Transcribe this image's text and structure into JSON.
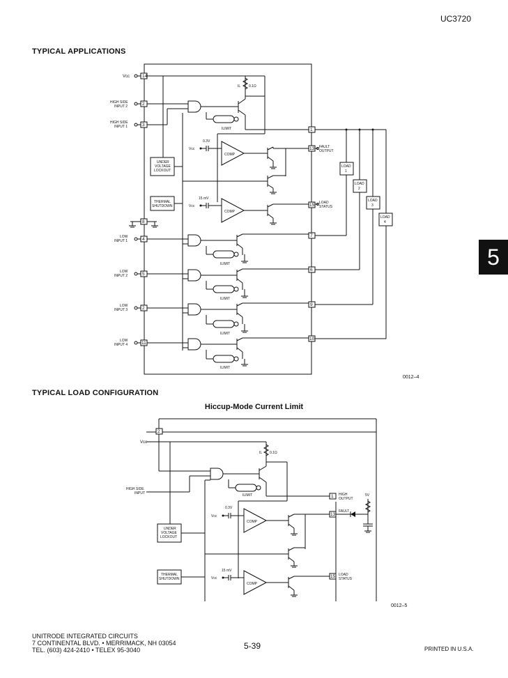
{
  "header": {
    "part_number": "UC3720"
  },
  "tab": {
    "label": "5"
  },
  "section1": {
    "title": "TYPICAL APPLICATIONS",
    "figure_code": "0012–4",
    "labels": {
      "vcc": "Vcc",
      "high_side_input2": [
        "HIGH SIDE",
        "INPUT 2"
      ],
      "high_side_input1": [
        "HIGH SIDE",
        "INPUT 1"
      ],
      "uvlo": [
        "UNDER",
        "VOLTAGE",
        "LOCKOUT"
      ],
      "thermal": [
        "THERMAL",
        "SHUTDOWN"
      ],
      "low_input1": [
        "LOW",
        "INPUT 1"
      ],
      "low_input2": [
        "LOW",
        "INPUT 2"
      ],
      "low_input3": [
        "LOW",
        "INPUT 3"
      ],
      "low_input4": [
        "LOW",
        "INPUT 4"
      ],
      "v03": "0.3V",
      "mv15": "15 mV",
      "comp": "COMP",
      "ilimit": "ILIMIT",
      "ohm": "0.1Ω",
      "il": "IL",
      "fault_output": [
        "FAULT",
        "OUTPUT"
      ],
      "load_status": [
        "LOAD",
        "STATUS"
      ],
      "loads": [
        [
          "LOAD",
          "1"
        ],
        [
          "LOAD",
          "2"
        ],
        [
          "LOAD",
          "3"
        ],
        [
          "LOAD",
          "4"
        ]
      ]
    },
    "pins_left": [
      "14",
      "2",
      "3",
      "8",
      "4",
      "5",
      "2",
      "11"
    ],
    "pins_right": [
      "1",
      "13",
      "15",
      "7",
      "6",
      "9",
      "10"
    ]
  },
  "section2": {
    "title": "TYPICAL LOAD CONFIGURATION",
    "subtitle": "Hiccup-Mode Current Limit",
    "figure_code": "0012–5",
    "labels": {
      "vcc": "Vcc",
      "high_side_input": [
        "HIGH SIDE",
        "INPUT"
      ],
      "uvlo": [
        "UNDER",
        "VOLTAGE",
        "LOCKOUT"
      ],
      "thermal": [
        "THERMAL",
        "SHUTDOWN"
      ],
      "v03": "0.3V",
      "mv15": "15 mV",
      "comp": "COMP",
      "ilimit": "ILIMIT",
      "ohm": "0.1Ω",
      "il": "IL",
      "high_output": [
        "HIGH",
        "OUTPUT"
      ],
      "fault": "FAULT",
      "load_status": [
        "LOAD",
        "STATUS"
      ],
      "v5": "5V"
    },
    "pins": [
      "2",
      "1",
      "13",
      "15"
    ]
  },
  "footer": {
    "company": [
      "UNITRODE INTEGRATED CIRCUITS",
      "7 CONTINENTAL BLVD. • MERRIMACK, NH 03054",
      "TEL. (603) 424-2410 • TELEX 95-3040"
    ],
    "page": "5-39",
    "printed": "PRINTED IN U.S.A."
  }
}
